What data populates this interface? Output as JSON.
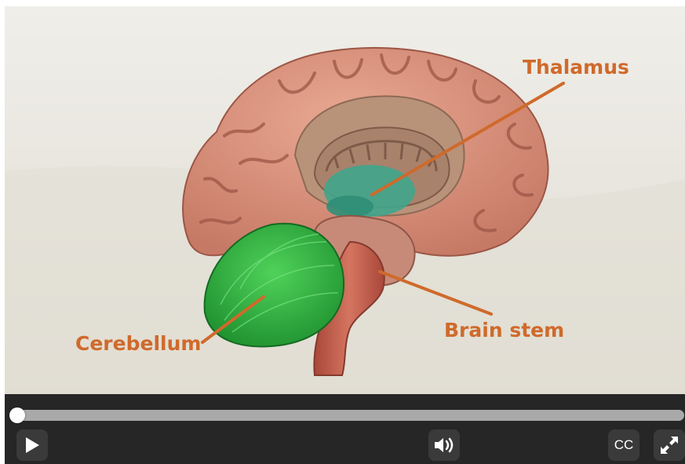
{
  "video": {
    "labels": {
      "thalamus": "Thalamus",
      "cerebellum": "Cerebellum",
      "brain_stem": "Brain stem"
    }
  },
  "controls": {
    "progress": 0.0,
    "cc_label": "CC",
    "play_icon": "play-icon",
    "volume_icon": "volume-icon",
    "fullscreen_icon": "fullscreen-icon"
  },
  "colors": {
    "label_orange": "#cf6a2b",
    "control_bar": "#262626",
    "button_bg": "#3a3a3a",
    "track": "#a9a9a9"
  }
}
